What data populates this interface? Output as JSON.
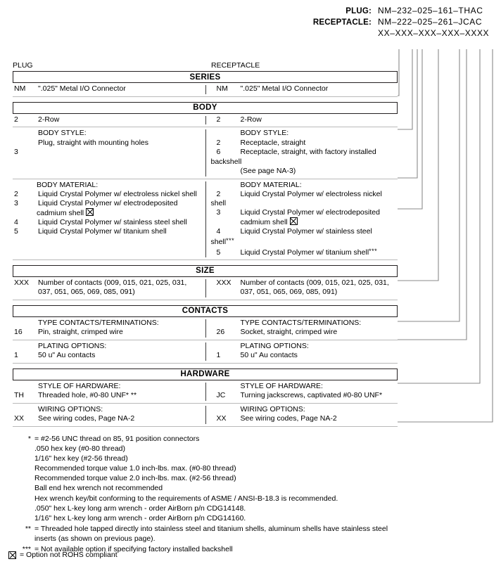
{
  "part_numbers": {
    "rows": [
      {
        "label": "PLUG:",
        "value": "NM–232–025–161–THAC"
      },
      {
        "label": "RECEPTACLE:",
        "value": "NM–222–025–261–JCAC"
      },
      {
        "label": "",
        "value": "XX–XXX–XXX–XXX–XXXX"
      }
    ]
  },
  "columns": {
    "plug": "PLUG",
    "receptacle": "RECEPTACLE"
  },
  "sections": [
    {
      "title": "SERIES",
      "rows": [
        {
          "left": {
            "code": "NM",
            "heading": "",
            "lines": [
              "\".025\" Metal I/O Connector"
            ]
          },
          "right": {
            "code": "NM",
            "heading": "",
            "lines": [
              "\".025\" Metal I/O Connector"
            ]
          }
        }
      ]
    },
    {
      "title": "BODY",
      "rows": [
        {
          "left": {
            "code": "2",
            "heading": "",
            "lines": [
              "2-Row"
            ]
          },
          "right": {
            "code": "2",
            "heading": "",
            "lines": [
              "2-Row"
            ]
          }
        },
        {
          "left": {
            "code": "3",
            "heading": "BODY STYLE:",
            "lines": [
              "Plug, straight with mounting holes"
            ]
          },
          "right": {
            "heading": "BODY STYLE:",
            "items": [
              {
                "code": "2",
                "lines": [
                  "Receptacle, straight"
                ]
              },
              {
                "code": "6",
                "lines": [
                  "Receptacle, straight, with factory installed backshell",
                  "(See page NA-3)"
                ]
              }
            ]
          }
        },
        {
          "left": {
            "heading": "BODY MATERIAL:",
            "items": [
              {
                "code": "2",
                "lines": [
                  "Liquid Crystal Polymer w/ electroless nickel shell"
                ]
              },
              {
                "code": "3",
                "lines": [
                  "Liquid Crystal Polymer w/ electrodeposited",
                  "cadmium shell"
                ],
                "rohs": true
              },
              {
                "code": "4",
                "lines": [
                  "Liquid Crystal Polymer w/ stainless steel shell"
                ]
              },
              {
                "code": "5",
                "lines": [
                  "Liquid Crystal Polymer w/ titanium shell"
                ]
              }
            ]
          },
          "right": {
            "heading": "BODY MATERIAL:",
            "items": [
              {
                "code": "2",
                "lines": [
                  "Liquid Crystal Polymer w/ electroless nickel shell"
                ]
              },
              {
                "code": "3",
                "lines": [
                  "Liquid Crystal Polymer w/ electrodeposited",
                  "cadmium shell"
                ],
                "rohs": true
              },
              {
                "code": "4",
                "lines": [
                  "Liquid Crystal Polymer w/ stainless steel shell"
                ],
                "note": "***"
              },
              {
                "code": "5",
                "lines": [
                  "Liquid Crystal Polymer w/ titanium shell"
                ],
                "note": "***"
              }
            ]
          }
        }
      ]
    },
    {
      "title": "SIZE",
      "rows": [
        {
          "left": {
            "code": "XXX",
            "heading": "",
            "lines": [
              "Number of contacts (009, 015, 021, 025, 031,",
              "037, 051, 065, 069, 085, 091)"
            ]
          },
          "right": {
            "code": "XXX",
            "heading": "",
            "lines": [
              "Number of contacts (009, 015, 021, 025, 031,",
              "037, 051, 065, 069, 085, 091)"
            ]
          }
        }
      ]
    },
    {
      "title": "CONTACTS",
      "rows": [
        {
          "left": {
            "code": "16",
            "heading": "TYPE CONTACTS/TERMINATIONS:",
            "lines": [
              "Pin, straight, crimped wire"
            ]
          },
          "right": {
            "code": "26",
            "heading": "TYPE CONTACTS/TERMINATIONS:",
            "lines": [
              "Socket, straight, crimped wire"
            ]
          }
        },
        {
          "left": {
            "code": "1",
            "heading": "PLATING OPTIONS:",
            "lines": [
              "50 u\" Au contacts"
            ]
          },
          "right": {
            "code": "1",
            "heading": "PLATING OPTIONS:",
            "lines": [
              "50 u\" Au contacts"
            ]
          }
        }
      ]
    },
    {
      "title": "HARDWARE",
      "rows": [
        {
          "left": {
            "code": "TH",
            "heading": "STYLE OF HARDWARE:",
            "lines": [
              "Threaded hole, #0-80 UNF*  **"
            ]
          },
          "right": {
            "code": "JC",
            "heading": "STYLE OF HARDWARE:",
            "lines": [
              "Turning jackscrews, captivated #0-80 UNF*"
            ]
          }
        },
        {
          "left": {
            "code": "XX",
            "heading": "WIRING OPTIONS:",
            "lines": [
              "See wiring codes, Page NA-2"
            ]
          },
          "right": {
            "code": "XX",
            "heading": "WIRING OPTIONS:",
            "lines": [
              "See wiring codes, Page NA-2"
            ]
          }
        }
      ]
    }
  ],
  "footnotes": [
    {
      "mark": "*",
      "first": "= #2-56 UNC thread on 85, 91 position connectors",
      "sub": [
        ".050 hex key (#0-80 thread)",
        "1/16\" hex key (#2-56 thread)",
        "Recommended torque value 1.0 inch-lbs. max. (#0-80 thread)",
        "Recommended torque value 2.0 inch-lbs. max. (#2-56 thread)",
        "Ball end hex wrench not recommended",
        "Hex wrench key/bit conforming to the requirements of ASME / ANSI-B-18.3 is recommended.",
        ".050\" hex L-key long arm wrench - order AirBorn p/n CDG14148.",
        "1/16\" hex L-key long arm wrench - order AirBorn p/n CDG14160."
      ]
    },
    {
      "mark": "**",
      "first": "= Threaded hole tapped directly into stainless steel and titanium shells, aluminum shells have stainless steel",
      "sub": [
        "inserts (as shown on previous page)."
      ]
    },
    {
      "mark": "***",
      "first": "= Not available option if specifying factory installed backshell",
      "sub": []
    }
  ],
  "rohs_legend": "= Option not ROHS compliant"
}
